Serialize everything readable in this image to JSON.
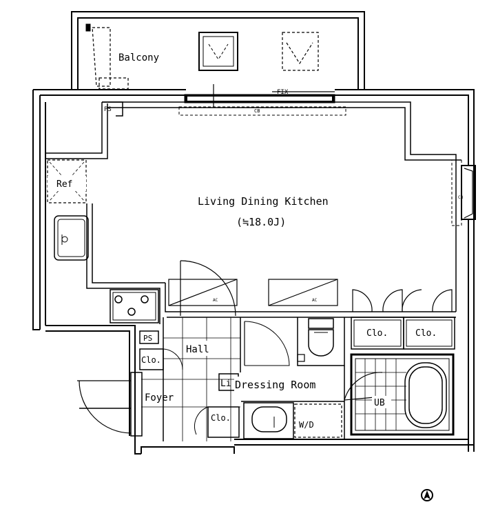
{
  "rooms": {
    "balcony": "Balcony",
    "ldk": "Living Dining Kitchen",
    "ldk_size": "(≒18.0J)",
    "hall": "Hall",
    "foyer": "Foyer",
    "dressing": "Dressing Room",
    "ub": "UB"
  },
  "fixtures": {
    "ref": "Ref",
    "ps_top": "PS",
    "ps_hall": "PS",
    "fix": "FIX",
    "cb": "CB",
    "ac_left": "AC",
    "ac_right": "AC",
    "clo_1": "Clo.",
    "clo_2": "Clo.",
    "clo_hall": "Clo.",
    "clo_foyer": "Clo.",
    "li": "Li",
    "wd": "W/D"
  }
}
